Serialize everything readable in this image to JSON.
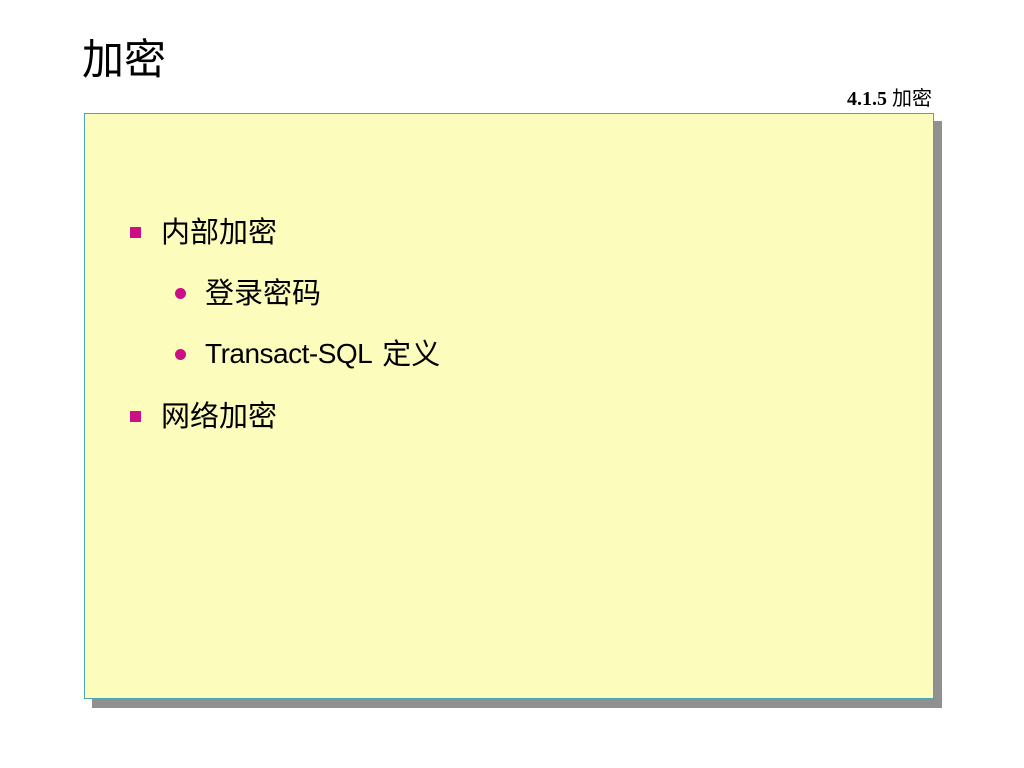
{
  "slide": {
    "title": "加密",
    "section_number": "4.1.5",
    "section_title": "加密"
  },
  "content": {
    "items": [
      {
        "label": "内部加密",
        "level": 1,
        "children": [
          {
            "label": "登录密码",
            "level": 2
          },
          {
            "label_latin": "Transact-SQL",
            "label_cjk": "定义",
            "level": 2
          }
        ]
      },
      {
        "label": "网络加密",
        "level": 1
      }
    ]
  },
  "colors": {
    "panel_background": "#fcfcbc",
    "panel_border": "#4aa7b3",
    "panel_shadow": "#909090",
    "bullet": "#cc0f86"
  }
}
